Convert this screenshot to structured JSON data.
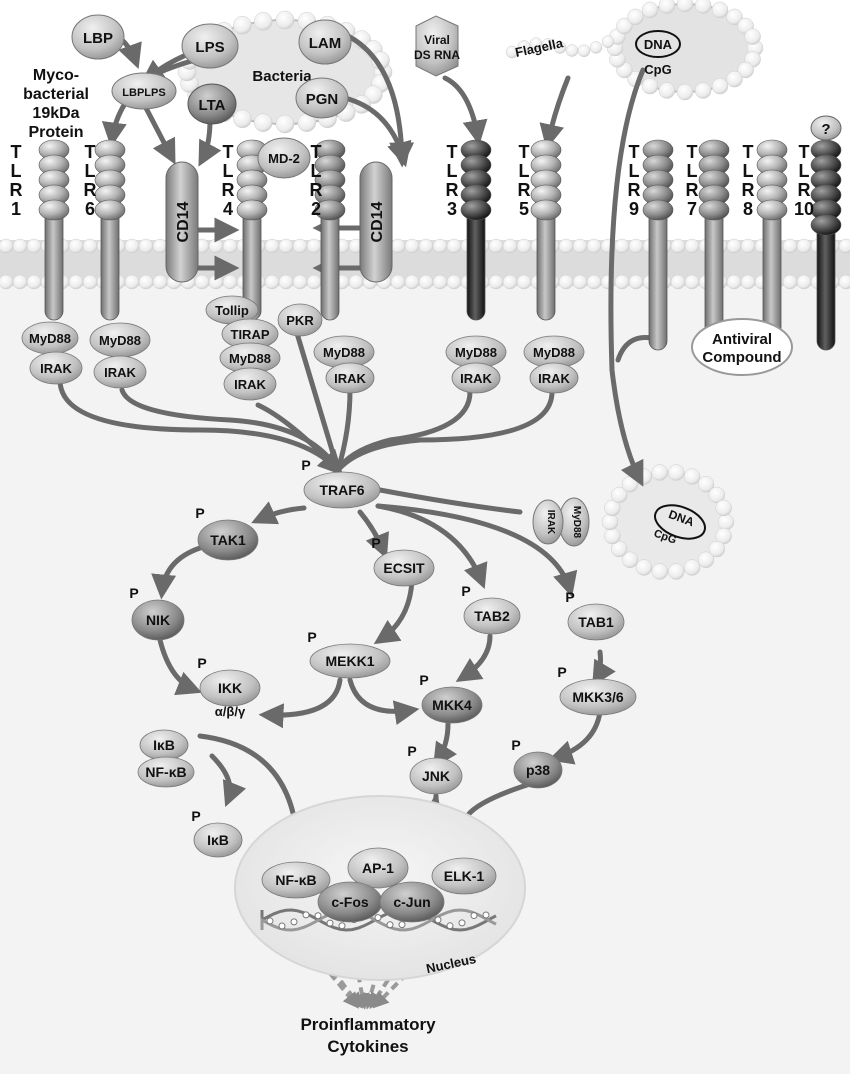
{
  "ligands": {
    "lbp": "LBP",
    "lps": "LPS",
    "lbp_lps": "LBPLPS",
    "bacteria": "Bacteria",
    "lam": "LAM",
    "lta": "LTA",
    "pgn": "PGN",
    "myco_lines": [
      "Myco-",
      "bacterial",
      "19kDa",
      "Protein"
    ],
    "viral_lines": [
      "Viral",
      "DS RNA"
    ],
    "flagella": "Flagella",
    "dna": "DNA",
    "cpg": "CpG",
    "md2": "MD-2",
    "unknown": "?"
  },
  "receptors": {
    "tlr": [
      {
        "id": "tlr1",
        "label": [
          "T",
          "L",
          "R",
          "1"
        ]
      },
      {
        "id": "tlr6",
        "label": [
          "T",
          "L",
          "R",
          "6"
        ]
      },
      {
        "id": "tlr4",
        "label": [
          "T",
          "L",
          "R",
          "4"
        ]
      },
      {
        "id": "tlr2",
        "label": [
          "T",
          "L",
          "R",
          "2"
        ]
      },
      {
        "id": "tlr3",
        "label": [
          "T",
          "L",
          "R",
          "3"
        ]
      },
      {
        "id": "tlr5",
        "label": [
          "T",
          "L",
          "R",
          "5"
        ]
      },
      {
        "id": "tlr9",
        "label": [
          "T",
          "L",
          "R",
          "9"
        ]
      },
      {
        "id": "tlr7",
        "label": [
          "T",
          "L",
          "R",
          "7"
        ]
      },
      {
        "id": "tlr8",
        "label": [
          "T",
          "L",
          "R",
          "8"
        ]
      },
      {
        "id": "tlr10",
        "label": [
          "T",
          "L",
          "R",
          "10"
        ]
      }
    ],
    "cd14": "CD14"
  },
  "adaptors": {
    "myd88": "MyD88",
    "irak": "IRAK",
    "tollip": "Tollip",
    "tirap": "TIRAP",
    "pkr": "PKR",
    "antiviral_lines": [
      "Antiviral",
      "Compound"
    ]
  },
  "kinases": {
    "p": "P",
    "traf6": "TRAF6",
    "tak1": "TAK1",
    "ecsit": "ECSIT",
    "nik": "NIK",
    "tab2": "TAB2",
    "tab1": "TAB1",
    "mekk1": "MEKK1",
    "ikk": "IKK",
    "ikk_sub": "α/β/γ",
    "mkk4": "MKK4",
    "mkk36": "MKK3/6",
    "ikb": "IκB",
    "nfkb": "NF-κB",
    "jnk": "JNK",
    "p38": "p38"
  },
  "nucleus": {
    "nfkb": "NF-κB",
    "ap1": "AP-1",
    "elk1": "ELK-1",
    "cfos": "c-Fos",
    "cjun": "c-Jun",
    "label": "Nucleus"
  },
  "output": {
    "lines": [
      "Proinflammatory",
      "Cytokines"
    ]
  }
}
